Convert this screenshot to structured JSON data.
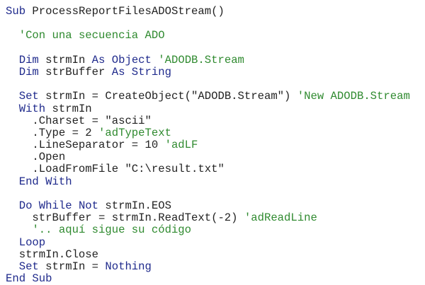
{
  "colors": {
    "keyword": "#1f2a8c",
    "comment": "#2f8a2f",
    "text": "#222222"
  },
  "lines": [
    [
      {
        "k": "kw",
        "t": "Sub"
      },
      {
        "k": "tx",
        "t": " ProcessReportFilesADOStream()"
      }
    ],
    [],
    [
      {
        "k": "tx",
        "t": "  "
      },
      {
        "k": "cm",
        "t": "'Con una secuencia ADO"
      }
    ],
    [],
    [
      {
        "k": "tx",
        "t": "  "
      },
      {
        "k": "kw",
        "t": "Dim"
      },
      {
        "k": "tx",
        "t": " strmIn "
      },
      {
        "k": "kw",
        "t": "As Object"
      },
      {
        "k": "tx",
        "t": " "
      },
      {
        "k": "cm",
        "t": "'ADODB.Stream"
      }
    ],
    [
      {
        "k": "tx",
        "t": "  "
      },
      {
        "k": "kw",
        "t": "Dim"
      },
      {
        "k": "tx",
        "t": " strBuffer "
      },
      {
        "k": "kw",
        "t": "As String"
      }
    ],
    [],
    [
      {
        "k": "tx",
        "t": "  "
      },
      {
        "k": "kw",
        "t": "Set"
      },
      {
        "k": "tx",
        "t": " strmIn = CreateObject(\"ADODB.Stream\") "
      },
      {
        "k": "cm",
        "t": "'New ADODB.Stream"
      }
    ],
    [
      {
        "k": "tx",
        "t": "  "
      },
      {
        "k": "kw",
        "t": "With"
      },
      {
        "k": "tx",
        "t": " strmIn"
      }
    ],
    [
      {
        "k": "tx",
        "t": "    .Charset = \"ascii\""
      }
    ],
    [
      {
        "k": "tx",
        "t": "    .Type = 2 "
      },
      {
        "k": "cm",
        "t": "'adTypeText"
      }
    ],
    [
      {
        "k": "tx",
        "t": "    .LineSeparator = 10 "
      },
      {
        "k": "cm",
        "t": "'adLF"
      }
    ],
    [
      {
        "k": "tx",
        "t": "    .Open"
      }
    ],
    [
      {
        "k": "tx",
        "t": "    .LoadFromFile \"C:\\result.txt\""
      }
    ],
    [
      {
        "k": "tx",
        "t": "  "
      },
      {
        "k": "kw",
        "t": "End With"
      }
    ],
    [],
    [
      {
        "k": "tx",
        "t": "  "
      },
      {
        "k": "kw",
        "t": "Do While Not"
      },
      {
        "k": "tx",
        "t": " strmIn.EOS"
      }
    ],
    [
      {
        "k": "tx",
        "t": "    strBuffer = strmIn.ReadText(-2) "
      },
      {
        "k": "cm",
        "t": "'adReadLine"
      }
    ],
    [
      {
        "k": "tx",
        "t": "    "
      },
      {
        "k": "cm",
        "t": "'.. aquí sigue su código"
      }
    ],
    [
      {
        "k": "tx",
        "t": "  "
      },
      {
        "k": "kw",
        "t": "Loop"
      }
    ],
    [
      {
        "k": "tx",
        "t": "  strmIn.Close"
      }
    ],
    [
      {
        "k": "tx",
        "t": "  "
      },
      {
        "k": "kw",
        "t": "Set"
      },
      {
        "k": "tx",
        "t": " strmIn = "
      },
      {
        "k": "kw",
        "t": "Nothing"
      }
    ],
    [
      {
        "k": "kw",
        "t": "End Sub"
      }
    ]
  ]
}
